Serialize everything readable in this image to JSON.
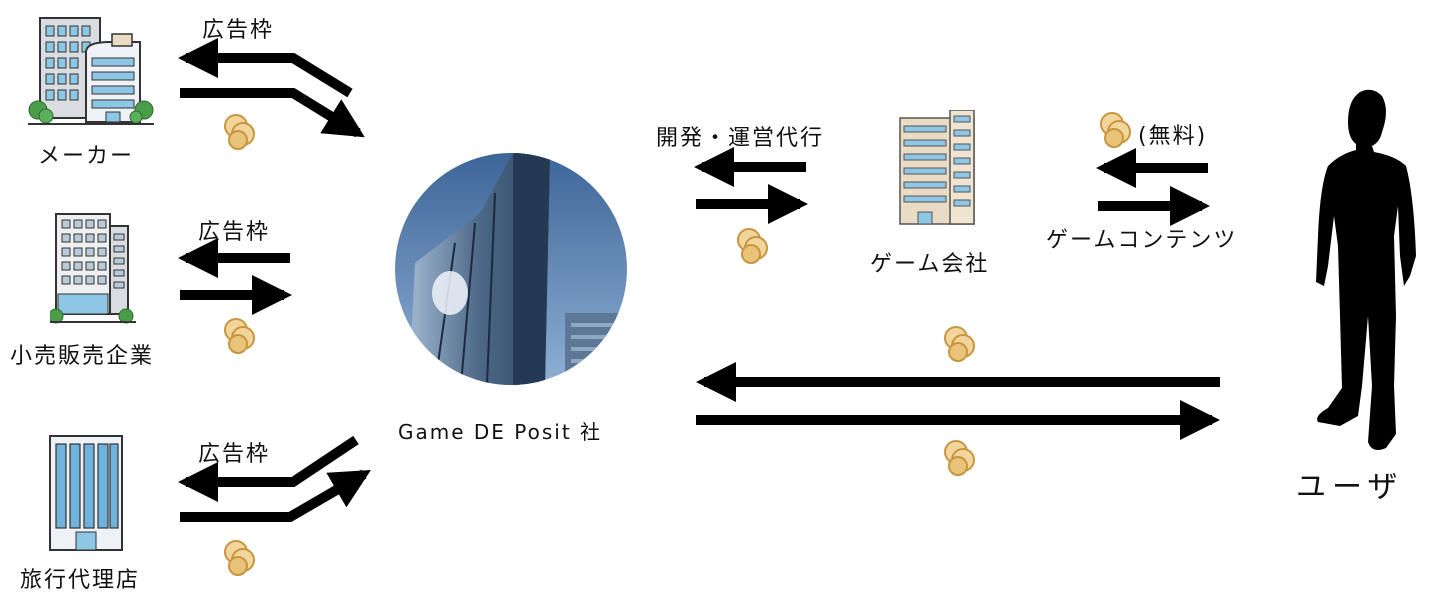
{
  "colors": {
    "arrow": "#000000",
    "coin_light": "#f2d59a",
    "coin_dark": "#c9953f",
    "building_blue": "#8ec7e6",
    "building_gray": "#d9dde2",
    "building_tan": "#eadcc4",
    "tree_green": "#4a9e4a",
    "photo_sky": "#4a6e9c",
    "silhouette": "#000000"
  },
  "icons": {
    "coin": "coin-stack-icon",
    "maker": "office-building-icon",
    "retailer": "tower-building-icon",
    "travel_agency": "glass-building-icon",
    "game_company": "game-company-building-icon",
    "user": "person-silhouette-icon",
    "hub": "skyscraper-photo"
  },
  "left_entities": {
    "maker": "メーカー",
    "retailer": "小売販売企業",
    "travel_agency": "旅行代理店"
  },
  "left_flow_labels": {
    "maker": "広告枠",
    "retailer": "広告枠",
    "travel_agency": "広告枠"
  },
  "hub": {
    "label": "Game DE Posit 社"
  },
  "game_company": {
    "label": "ゲーム会社",
    "flow_label": "開発・運営代行"
  },
  "user": {
    "label": "ユーザ",
    "free_label": "(無料)",
    "content_label": "ゲームコンテンツ"
  }
}
